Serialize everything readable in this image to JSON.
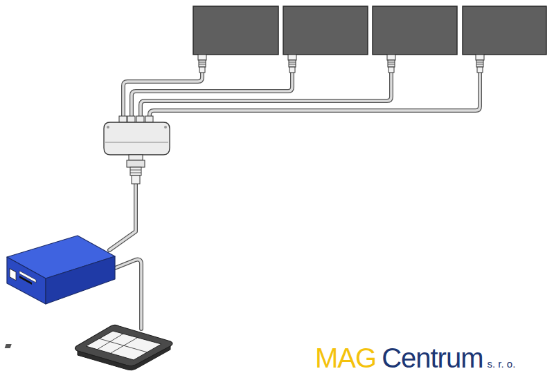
{
  "diagram": {
    "labels": [
      "MAG",
      "Centrum",
      "s. r. o."
    ]
  }
}
